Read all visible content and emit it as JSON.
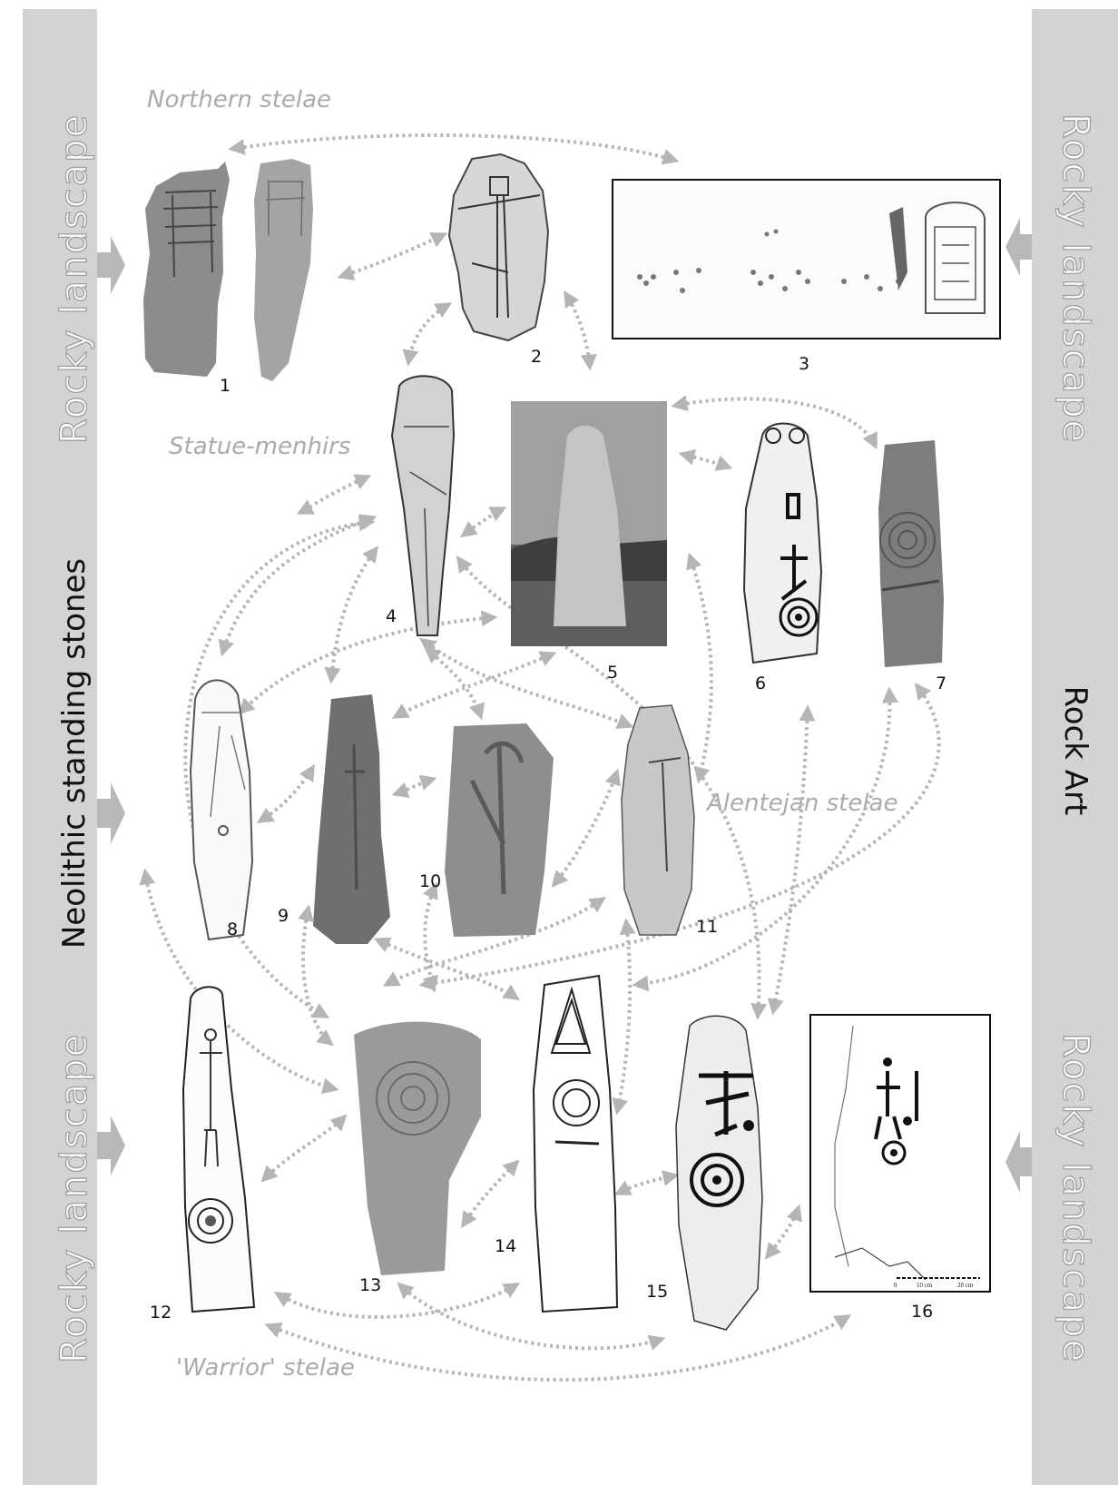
{
  "left_panel": {
    "top_label": "Rocky landscape",
    "middle_label": "Neolithic standing stones",
    "bottom_label": "Rocky landscape"
  },
  "right_panel": {
    "top_label": "Rocky landscape",
    "middle_label": "Rock Art",
    "bottom_label": "Rocky landscape"
  },
  "groups": {
    "northern": "Northern stelae",
    "statue_menhirs": "Statue-menhirs",
    "alentejan": "Alentejan stelae",
    "warrior": "'Warrior' stelae"
  },
  "figures": [
    "1",
    "2",
    "3",
    "4",
    "5",
    "6",
    "7",
    "8",
    "9",
    "10",
    "11",
    "12",
    "13",
    "14",
    "15",
    "16"
  ],
  "figure16_scale": {
    "start": "0",
    "mid": "10 cm",
    "end": "20 cm"
  },
  "colors": {
    "side_bar": "#d3d3d3",
    "arrow": "#b5b5b5",
    "label_grey": "#aaaaaa"
  }
}
